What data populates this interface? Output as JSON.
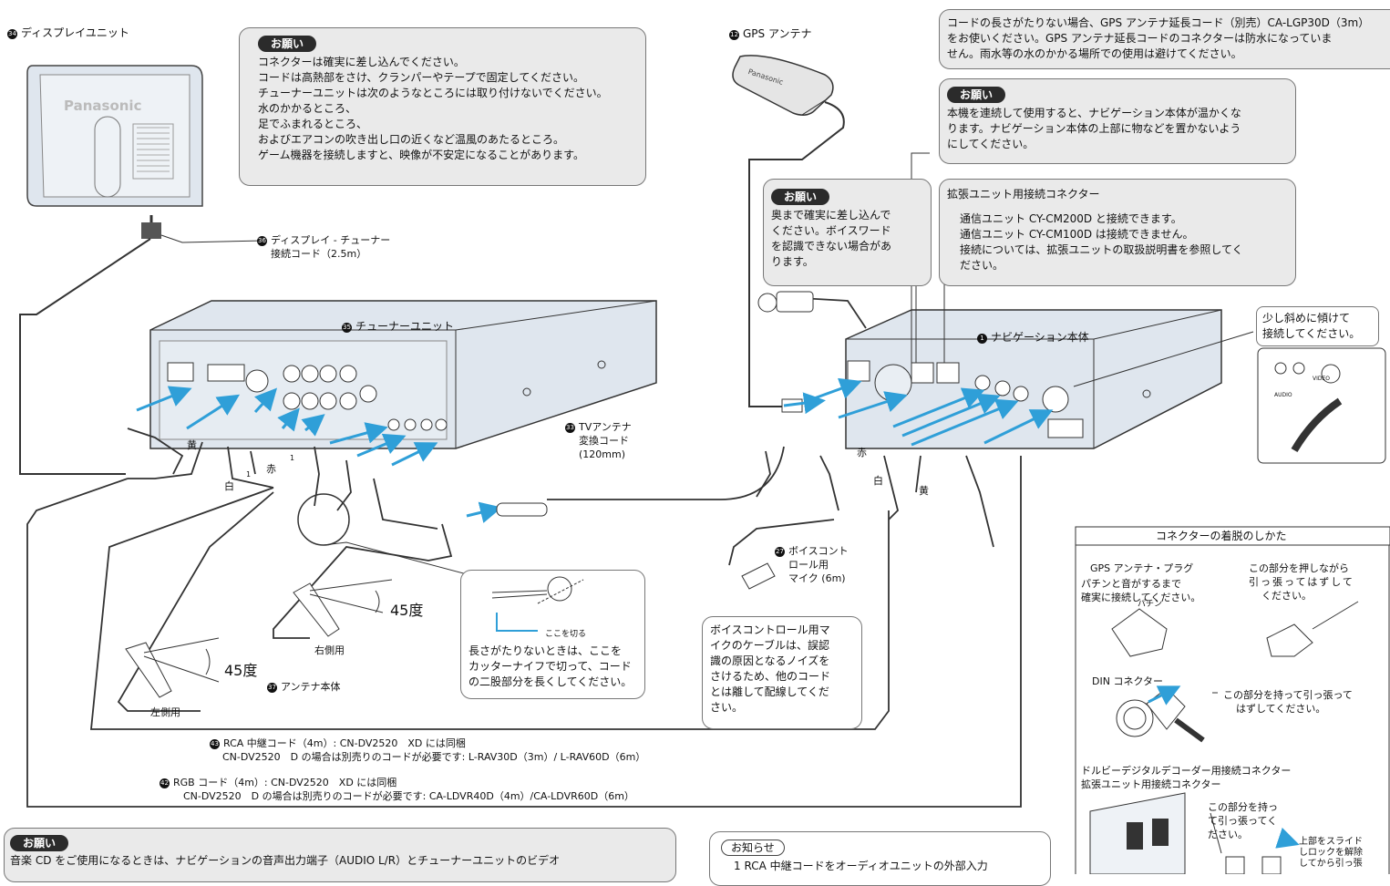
{
  "labels": {
    "display_unit": "ディスプレイユニット",
    "display_brand": "Panasonic",
    "gps_antenna": "GPS アンテナ",
    "gps_brand": "Panasonic",
    "display_cord_l1": "ディスプレイ - チューナー",
    "display_cord_l2": "接続コード（2.5m）",
    "tuner_unit": "チューナーユニット",
    "nav_unit": "ナビゲーション本体",
    "tv_cord_l1": "TVアンテナ",
    "tv_cord_l2": "変換コード",
    "tv_cord_l3": "(120mm)",
    "voice_mic_l1": "ボイスコント",
    "voice_mic_l2": "ロール用",
    "voice_mic_l3": "マイク (6m)",
    "antenna_body": "アンテナ本体",
    "right_side": "右側用",
    "left_side": "左側用",
    "angle_right": "45度",
    "angle_left": "45度",
    "yellow": "黄",
    "white": "白",
    "red": "赤",
    "note1": "1",
    "red_r": "赤",
    "white_r": "白",
    "yellow_r": "黄",
    "cut_here": "ここを切る",
    "audio": "AUDIO",
    "video": "VIDEO"
  },
  "notice_top": {
    "badge": "お願い",
    "lines": [
      "コネクターは確実に差し込んでください。",
      "コードは高熱部をさけ、クランパーやテープで固定してください。",
      "チューナーユニットは次のようなところには取り付けないでください。",
      "水のかかるところ、",
      "足でふまれるところ、",
      "およびエアコンの吹き出し口の近くなど温風のあたるところ。",
      "ゲーム機器を接続しますと、映像が不安定になることがあります。"
    ]
  },
  "gps_ext": {
    "lines": [
      "コードの長さがたりない場合、GPS アンテナ延長コード（別売）CA-LGP30D（3m）",
      "をお使いください。GPS アンテナ延長コードのコネクターは防水になっていま",
      "せん。雨水等の水のかかる場所での使用は避けてください。"
    ]
  },
  "notice_nav_heat": {
    "badge": "お願い",
    "lines": [
      "本機を連続して使用すると、ナビゲーション本体が温かくな",
      "ります。ナビゲーション本体の上部に物などを置かないよう",
      "にしてください。"
    ]
  },
  "notice_voice": {
    "badge": "お願い",
    "lines": [
      "奥まで確実に差し込んで",
      "ください。ボイスワード",
      "を認識できない場合があ",
      "ります。"
    ]
  },
  "expansion": {
    "title": "拡張ユニット用接続コネクター",
    "lines": [
      "通信ユニット CY-CM200D と接続できます。",
      "通信ユニット CY-CM100D は接続できません。",
      "接続については、拡張ユニットの取扱説明書を参照してく",
      "ださい。"
    ]
  },
  "tilt_note": {
    "lines": [
      "少し斜めに傾けて",
      "接続してください。"
    ]
  },
  "cut_note": {
    "lines": [
      "長さがたりないときは、ここを",
      "カッターナイフで切って、コード",
      "の二股部分を長くしてください。"
    ]
  },
  "voice_note": {
    "lines": [
      "ボイスコントロール用マ",
      "イクのケーブルは、誤認",
      "識の原因となるノイズを",
      "さけるため、他のコード",
      "とは離して配線してくだ",
      "さい。"
    ]
  },
  "rca_cord": {
    "line1": "RCA 中継コード（4m）: CN-DV2520　XD には同梱",
    "line2": "CN-DV2520　D の場合は別売りのコードが必要です: L-RAV30D（3m）/ L-RAV60D（6m）"
  },
  "rgb_cord": {
    "line1": "RGB コード（4m）: CN-DV2520　XD には同梱",
    "line2": "CN-DV2520　D の場合は別売りのコードが必要です: CA-LDVR40D（4m）/CA-LDVR60D（6m）"
  },
  "bottom_notice": {
    "badge": "お願い",
    "text": "音楽 CD をご使用になるときは、ナビゲーションの音声出力端子（AUDIO L/R）とチューナーユニットのビデオ"
  },
  "info": {
    "badge": "お知らせ",
    "text": "1 RCA 中継コードをオーディオユニットの外部入力"
  },
  "connector_panel": {
    "title": "コネクターの着脱のしかた",
    "gps_plug": "GPS アンテナ・プラグ",
    "gps_left_l1": "パチンと音がするまで",
    "gps_left_l2": "確実に接続してください。",
    "pachin": "パチン",
    "gps_right_l1": "この部分を押しながら",
    "gps_right_l2": "引っ張ってはずして",
    "gps_right_l3": "ください。",
    "din": "DIN コネクター",
    "din_note_l1": "この部分を持って引っ張って",
    "din_note_l2": "はずしてください。",
    "dolby_l1": "ドルビーデジタルデコーダー用接続コネクター",
    "dolby_l2": "拡張ユニット用接続コネクター",
    "hold_l1": "この部分を持っ",
    "hold_l2": "て引っ張ってく",
    "hold_l3": "ださい。",
    "slide_l1": "上部をスライド",
    "slide_l2": "しロックを解除",
    "slide_l3": "してから引っ張"
  },
  "colors": {
    "arrow": "#2f9fd8",
    "box_bg": "#eaeaea",
    "badge": "#2b2b2b",
    "device": "#dfe6ee"
  }
}
